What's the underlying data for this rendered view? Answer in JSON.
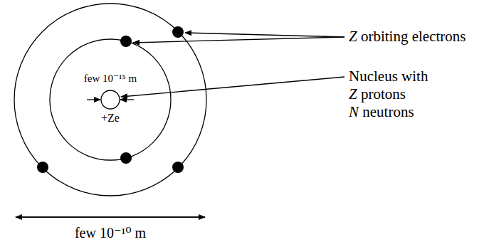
{
  "diagram": {
    "labels": [
      "few 10⁻¹⁵ m",
      "+Ze",
      "Z orbiting electrons",
      "Nucleus with",
      "Z protons",
      "N neutrons",
      "few 10⁻¹⁰ m"
    ]
  }
}
